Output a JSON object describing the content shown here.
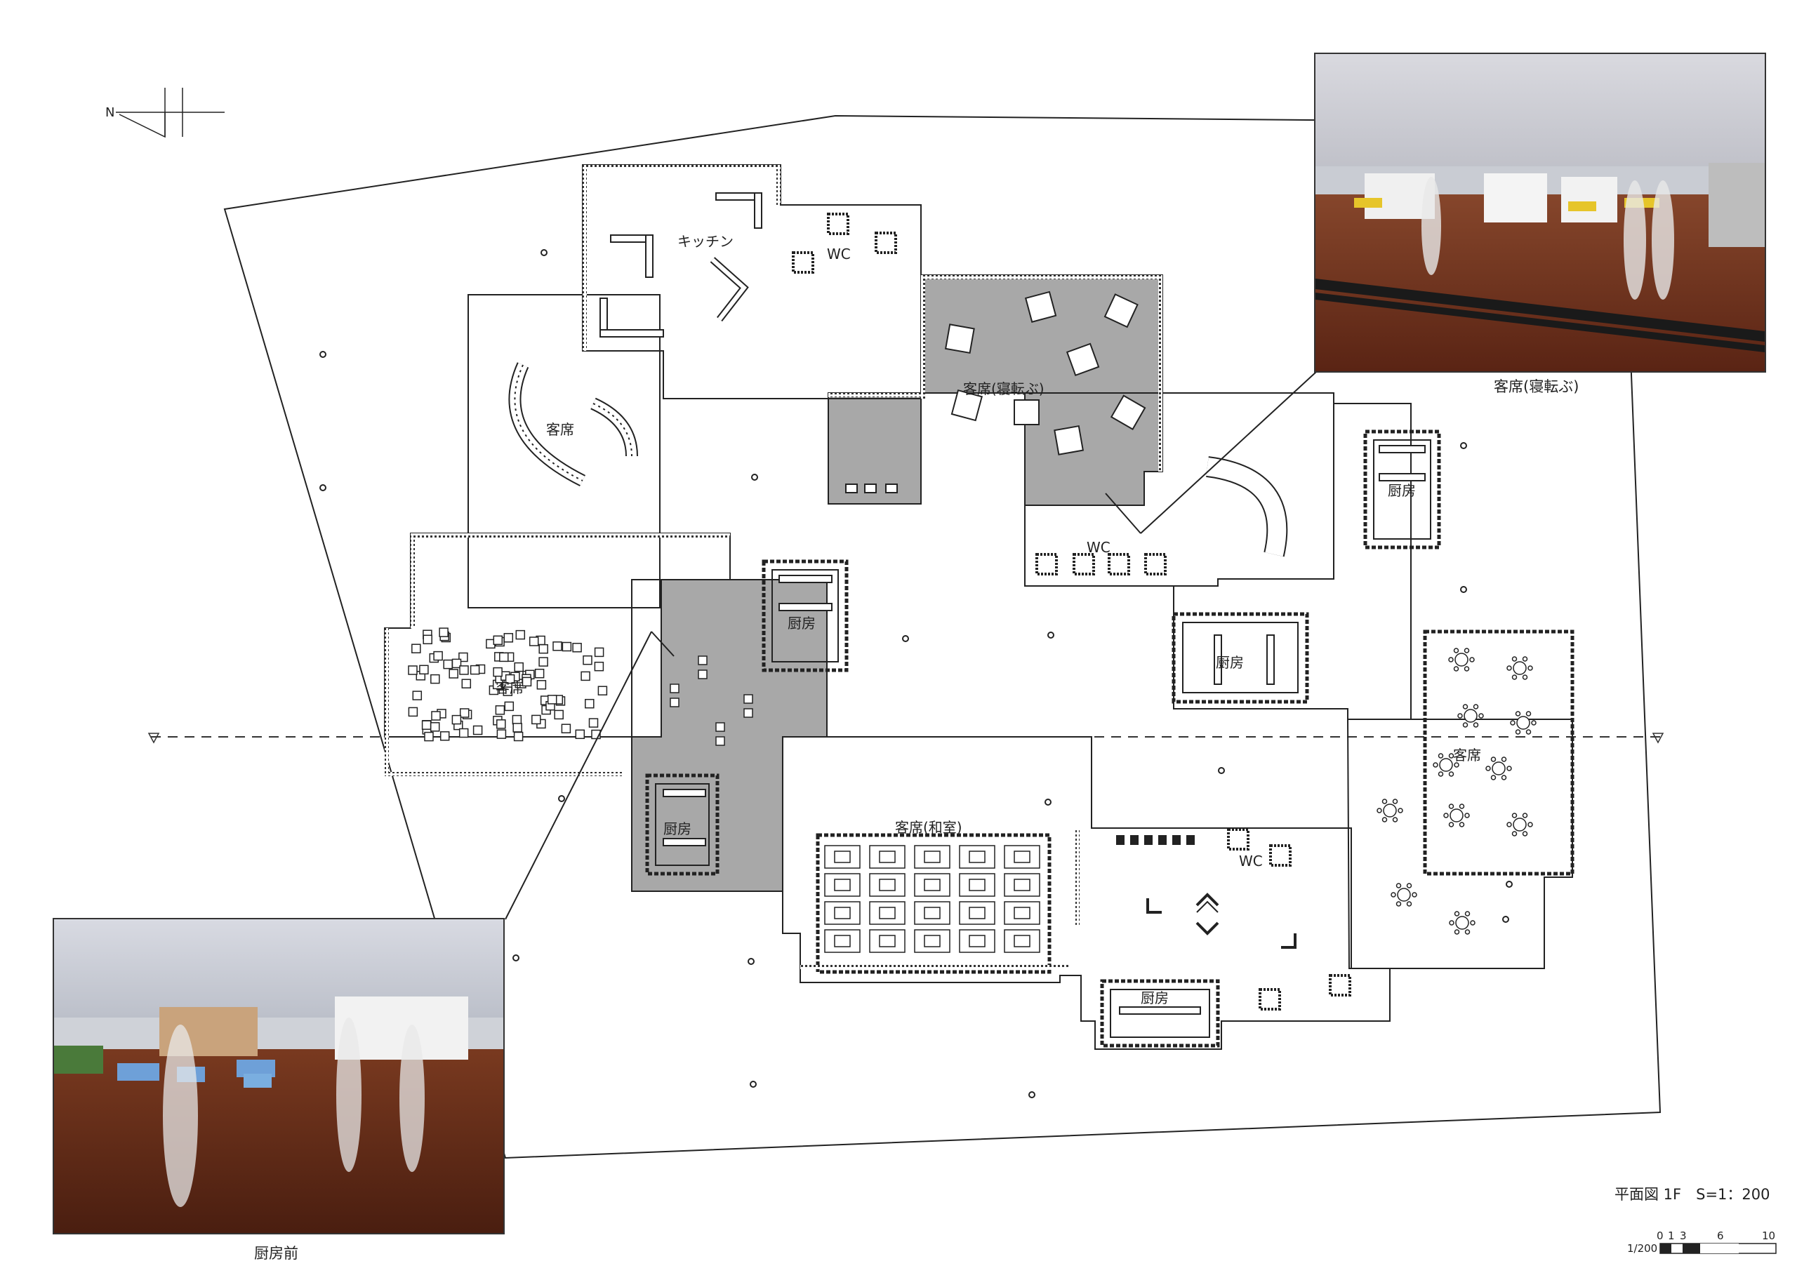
{
  "north_label": "N",
  "rooms": {
    "kitchen": "キッチン",
    "wc_top": "WC",
    "seats_lying": "客席(寝転ぶ)",
    "seats_left": "客席",
    "wc_mid": "WC",
    "chubo_right_top": "厨房",
    "chubo_center": "厨房",
    "chubo_mid_right": "厨房",
    "seats_grid": "客席",
    "seats_right": "客席",
    "chubo_left_low": "厨房",
    "seats_washitsu": "客席(和室)",
    "wc_low": "WC",
    "chubo_bottom": "厨房"
  },
  "captions": {
    "photo_top": "客席(寝転ぶ)",
    "photo_bottom": "厨房前"
  },
  "sheet": {
    "title": "平面図 1F　S=1：200"
  },
  "scale": {
    "ticks": [
      "0",
      "1",
      "3",
      "6",
      "10"
    ],
    "ratio": "1/200"
  },
  "colors": {
    "line": "#1a1a1a",
    "gray_fill": "#a6a6a6",
    "floor_wood": "#6b3a22"
  }
}
